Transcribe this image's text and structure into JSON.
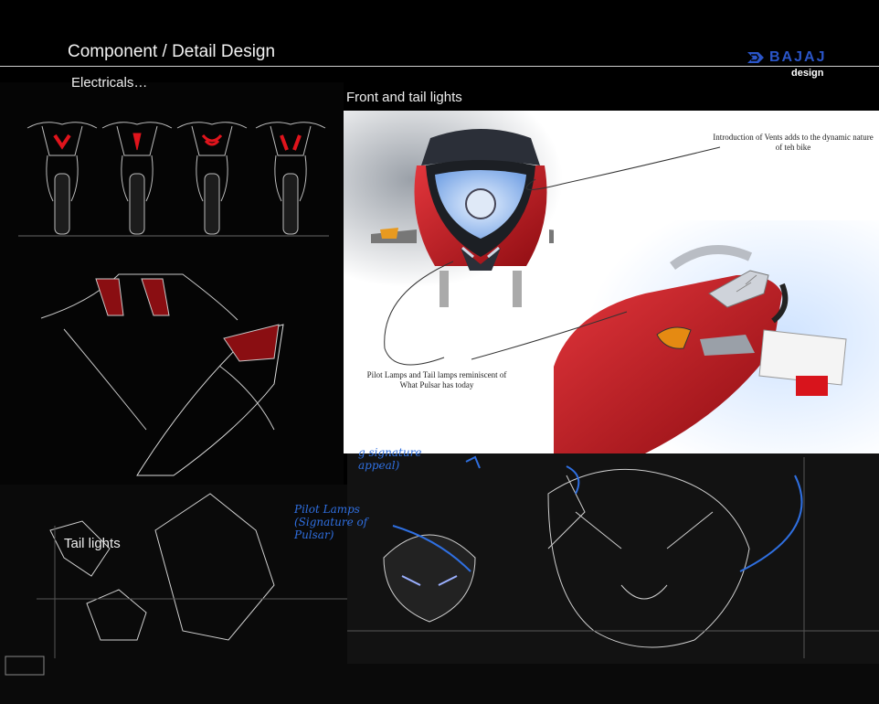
{
  "slide": {
    "title": "Component / Detail Design",
    "logo": {
      "brand": "BAJAJ",
      "sub": "design"
    }
  },
  "sections": {
    "electricals": "Electricals…",
    "front_tail": "Front and tail lights",
    "tail_lights": "Tail lights"
  },
  "callouts": {
    "vents": "Introduction of Vents adds to the dynamic nature of teh bike",
    "pilot": "Pilot Lamps and Tail lamps reminiscent of What Pulsar has today"
  },
  "annotations": {
    "pilot_lamps": "Pilot Lamps (Signature of Pulsar)",
    "signature_fragment": "g signature appeal)"
  },
  "colors": {
    "background": "#000000",
    "accent_red": "#d8141c",
    "sketch_blue": "#2f6fe0",
    "logo_blue": "#2a55c8"
  }
}
